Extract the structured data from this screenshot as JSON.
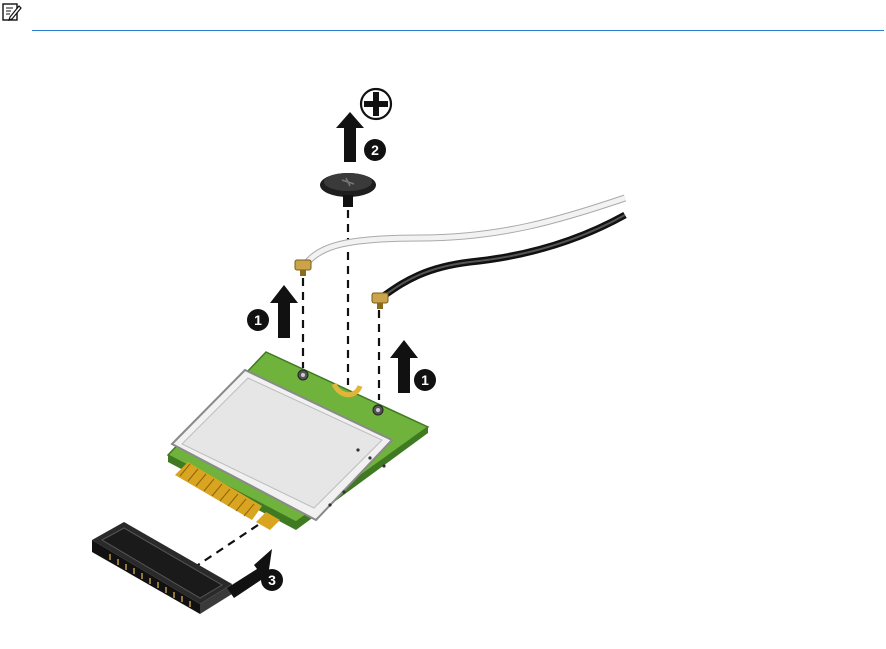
{
  "note": {
    "icon": "note-pencil-icon",
    "rule_color": "#2a7fd4"
  },
  "figure": {
    "callouts": {
      "antenna_left": "1",
      "antenna_right": "1",
      "screw": "2",
      "card": "3"
    },
    "screwdriver_icon": "phillips-screwdriver-icon",
    "colors": {
      "board_green": "#6fb23c",
      "shield": "#ededed",
      "contacts": "#d9a520",
      "white_cable": "#e8e8e8",
      "black_cable": "#2b2b2b",
      "connector_gold": "#c9a44a"
    }
  }
}
